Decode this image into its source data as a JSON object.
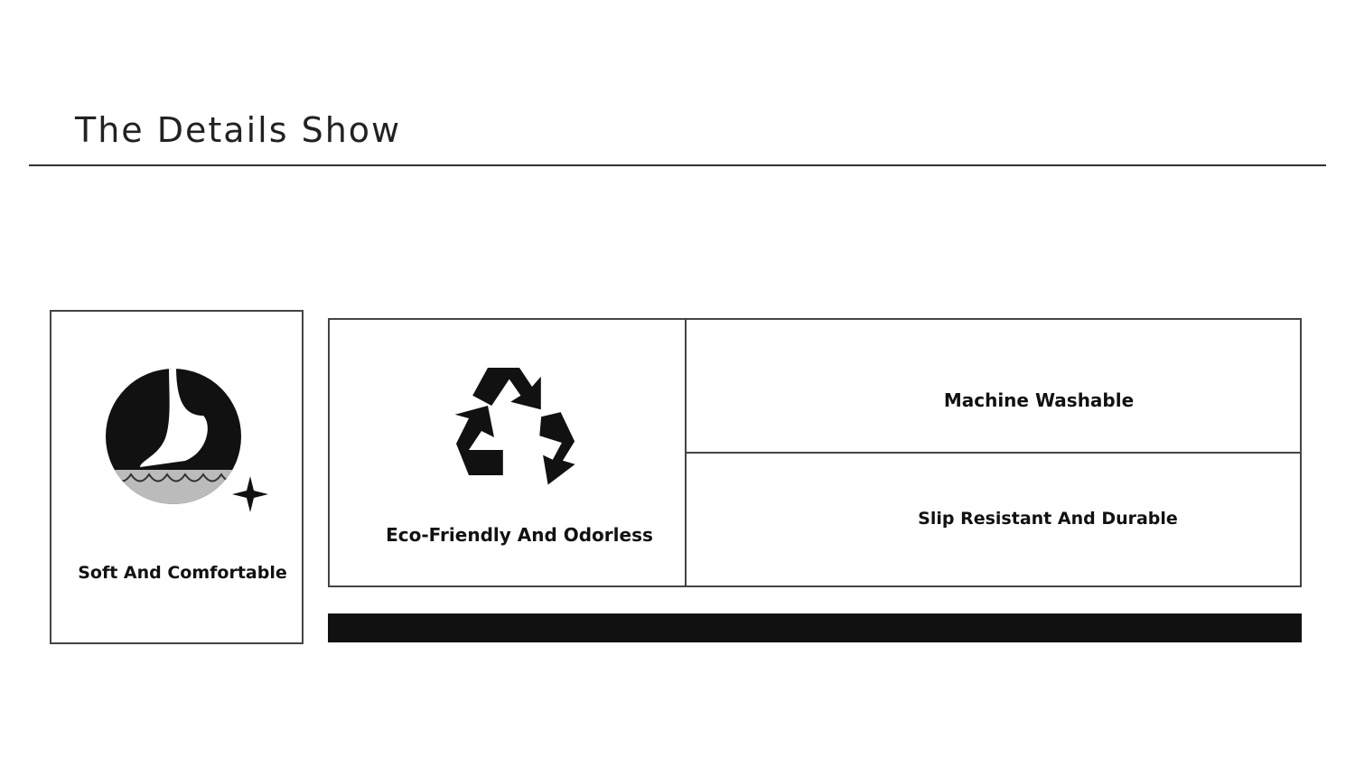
{
  "title": "The Details Show",
  "features": [
    {
      "label": "Soft And Comfortable"
    },
    {
      "label": "Eco-Friendly And Odorless"
    },
    {
      "label": "Machine Washable"
    },
    {
      "label": "Slip Resistant And Durable"
    }
  ]
}
